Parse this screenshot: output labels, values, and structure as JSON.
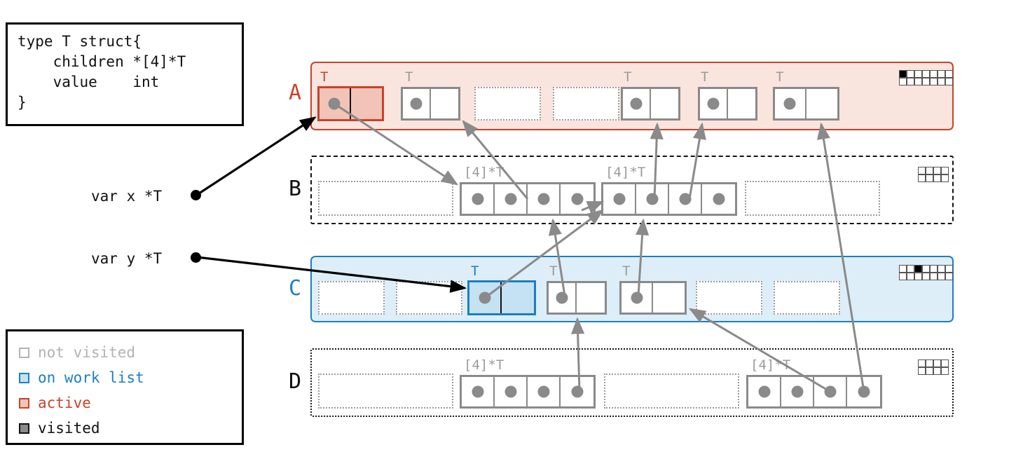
{
  "code_box": {
    "lines": [
      "type T struct{",
      "    children *[4]*T",
      "    value    int",
      "}"
    ]
  },
  "legend": {
    "items": [
      {
        "label": "not visited",
        "color": "#b3b3b3",
        "fill": "#ffffff"
      },
      {
        "label": "on work list",
        "color": "#1b7fc4",
        "fill": "#c5e2f3"
      },
      {
        "label": "active",
        "color": "#c8432a",
        "fill": "#f2c4b7"
      },
      {
        "label": "visited",
        "color": "#111111",
        "fill": "#8a8a8a"
      }
    ]
  },
  "variables": [
    {
      "name": "var x *T"
    },
    {
      "name": "var y *T"
    }
  ],
  "rows": [
    {
      "letter": "A",
      "kind": "objects",
      "state": "active",
      "slots": [
        {
          "type": "T",
          "state": "active",
          "label": "T"
        },
        {
          "type": "T",
          "state": "not-visited",
          "label": "T"
        },
        {
          "type": "empty"
        },
        {
          "type": "empty"
        },
        {
          "type": "T",
          "state": "not-visited",
          "label": "T"
        },
        {
          "type": "T",
          "state": "not-visited",
          "label": "T"
        },
        {
          "type": "T",
          "state": "not-visited",
          "label": "T"
        }
      ],
      "bitmap": {
        "cols": 7,
        "rows": 2,
        "filled": [
          0
        ]
      }
    },
    {
      "letter": "B",
      "kind": "arrays",
      "state": "not-visited",
      "slots": [
        {
          "type": "empty-wide"
        },
        {
          "type": "array",
          "label": "[4]*T",
          "cells": 4
        },
        {
          "type": "array",
          "label": "[4]*T",
          "cells": 4
        },
        {
          "type": "empty-wide"
        }
      ],
      "bitmap": {
        "cols": 4,
        "rows": 2,
        "filled": []
      }
    },
    {
      "letter": "C",
      "kind": "objects",
      "state": "on-work-list",
      "slots": [
        {
          "type": "empty"
        },
        {
          "type": "empty"
        },
        {
          "type": "T",
          "state": "on-work-list",
          "label": "T"
        },
        {
          "type": "T",
          "state": "not-visited",
          "label": "T"
        },
        {
          "type": "T",
          "state": "not-visited",
          "label": "T"
        },
        {
          "type": "empty"
        },
        {
          "type": "empty"
        }
      ],
      "bitmap": {
        "cols": 7,
        "rows": 2,
        "filled": [
          2
        ]
      }
    },
    {
      "letter": "D",
      "kind": "arrays",
      "state": "not-visited",
      "slots": [
        {
          "type": "empty-wide"
        },
        {
          "type": "array",
          "label": "[4]*T",
          "cells": 4
        },
        {
          "type": "empty-wide"
        },
        {
          "type": "array",
          "label": "[4]*T",
          "cells": 4
        }
      ],
      "bitmap": {
        "cols": 4,
        "rows": 2,
        "filled": []
      }
    }
  ],
  "colors": {
    "active": "#c8432a",
    "active_fill": "#fae4de",
    "work_list": "#1b7fc4",
    "work_list_fill": "#ddeef8",
    "not_visited": "#8a8a8a",
    "visited": "#111111",
    "pointer_arrow": "#8a8a8a",
    "var_arrow": "#000000"
  }
}
